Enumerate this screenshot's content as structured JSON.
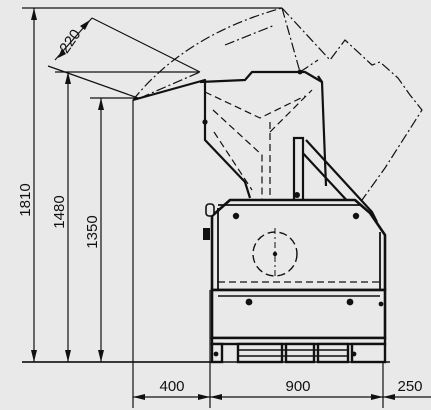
{
  "colors": {
    "background": "#e9e9e9",
    "line": "#111111",
    "body_fill": "#e9e9e9"
  },
  "dimensions": {
    "height_total": "1810",
    "height_hopper": "1480",
    "height_feed": "1350",
    "angle_opening": "220",
    "width_left": "400",
    "width_body": "900",
    "width_right": "250"
  }
}
